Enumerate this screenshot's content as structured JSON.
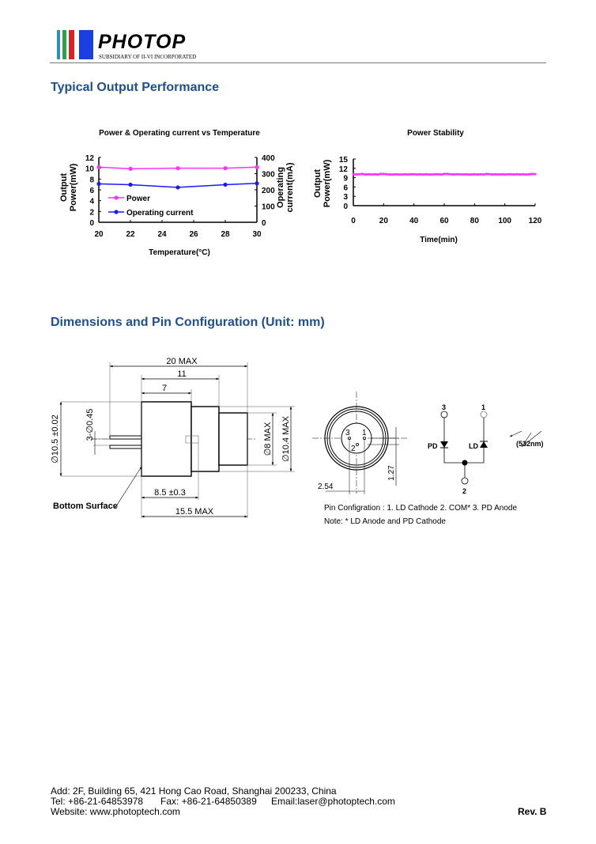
{
  "header": {
    "logo_name": "PHOTOP",
    "logo_subtitle": "SUBSIDIARY OF II-VI INCORPORATED",
    "colors": {
      "bar1": "#2a8fc0",
      "bar2": "#22a83a",
      "bar3": "#e02020",
      "bar4": "#1a3fe0"
    }
  },
  "sections": {
    "performance": "Typical Output Performance",
    "dimensions": "Dimensions and Pin Configuration (Unit: mm)"
  },
  "chart_data": [
    {
      "type": "line",
      "title": "Power & Operating current vs Temperature",
      "xlabel": "Temperature(°C)",
      "ylabel": "Output Power(mW)",
      "y2label": "Operating current(mA)",
      "x": [
        20,
        22,
        25,
        28,
        30
      ],
      "xticks": [
        "20",
        "22",
        "24",
        "26",
        "28",
        "30"
      ],
      "xlim": [
        20,
        30
      ],
      "ylim": [
        0,
        12
      ],
      "yticks": [
        "0",
        "2",
        "4",
        "6",
        "8",
        "10",
        "12"
      ],
      "y2lim": [
        0,
        400
      ],
      "y2ticks": [
        "0",
        "100",
        "200",
        "300",
        "400"
      ],
      "legend_position": "bottom-left",
      "series": [
        {
          "name": "Power",
          "axis": "left",
          "color": "#ff33ff",
          "values": [
            10.2,
            9.9,
            10.0,
            10.0,
            10.2
          ]
        },
        {
          "name": "Operating current",
          "axis": "right",
          "color": "#1a1aff",
          "values": [
            237,
            232,
            215,
            232,
            240
          ]
        }
      ]
    },
    {
      "type": "line",
      "title": "Power Stability",
      "xlabel": "Time(min)",
      "ylabel": "Output Power(mW)",
      "xlim": [
        0,
        120
      ],
      "xticks": [
        "0",
        "20",
        "40",
        "60",
        "80",
        "100",
        "120"
      ],
      "ylim": [
        0,
        15
      ],
      "yticks": [
        "0",
        "3",
        "6",
        "9",
        "12",
        "15"
      ],
      "series": [
        {
          "name": "Power",
          "color": "#ff33ff",
          "x": [
            0,
            2,
            4,
            6,
            8,
            10,
            12,
            14,
            16,
            18,
            20,
            22,
            24,
            26,
            28,
            30,
            32,
            34,
            36,
            38,
            40,
            42,
            44,
            46,
            48,
            50,
            52,
            54,
            56,
            58,
            60,
            62,
            64,
            66,
            68,
            70,
            72,
            74,
            76,
            78,
            80,
            82,
            84,
            86,
            88,
            90,
            92,
            94,
            96,
            98,
            100,
            102,
            104,
            106,
            108,
            110,
            112,
            114,
            116,
            118,
            120
          ],
          "values": [
            10.1,
            10.0,
            10.1,
            10.2,
            10.0,
            10.1,
            10.0,
            10.1,
            10.0,
            10.2,
            10.2,
            10.1,
            10.0,
            10.0,
            10.1,
            10.0,
            10.0,
            10.1,
            10.0,
            10.1,
            10.1,
            10.0,
            10.1,
            10.0,
            10.1,
            10.0,
            10.0,
            10.1,
            10.1,
            10.0,
            10.2,
            10.2,
            10.1,
            10.0,
            10.1,
            10.1,
            10.0,
            10.1,
            10.0,
            10.0,
            10.1,
            10.0,
            10.1,
            10.0,
            10.2,
            10.1,
            10.0,
            10.1,
            10.0,
            10.1,
            10.0,
            10.1,
            10.1,
            10.0,
            10.1,
            10.0,
            10.1,
            10.0,
            10.1,
            10.2,
            10.1
          ]
        }
      ]
    }
  ],
  "drawing": {
    "dim_20max": "20 MAX",
    "dim_11": "11",
    "dim_7": "7",
    "dim_8_5": "8.5 ±0.3",
    "dim_15_5": "15.5 MAX",
    "dim_dia10_5": "∅10.5 ±0.02",
    "dim_pin": "3-∅0.45",
    "dim_dia8": "∅8 MAX",
    "dim_dia10_4": "∅10.4 MAX",
    "bottom_surface": "Bottom Surface",
    "pin1": "1",
    "pin2": "2",
    "pin3": "3",
    "dim_1_27": "1.27",
    "dim_2_54": "2.54",
    "pd": "PD",
    "ld": "LD",
    "wavelength": "(532nm)",
    "pin_config": "Pin Configration : 1. LD Cathode  2. COM*  3. PD Anode",
    "note": "Note: * LD Anode and PD Cathode"
  },
  "footer": {
    "address": "Add: 2F, Building 65, 421 Hong Cao Road, Shanghai 200233, China",
    "tel": "Tel: +86-21-64853978",
    "fax": "Fax: +86-21-64850389",
    "email": "Email:laser@photoptech.com",
    "website": "Website: www.photoptech.com",
    "revision": "Rev. B"
  }
}
